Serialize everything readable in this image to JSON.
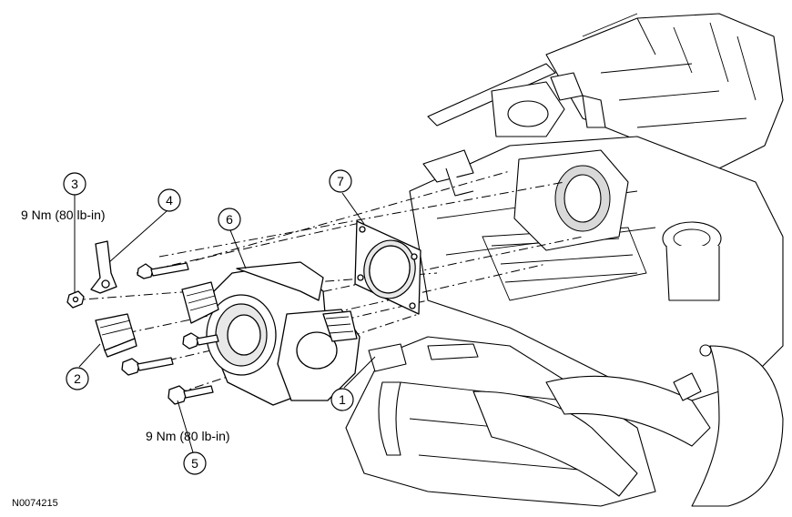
{
  "figure_id": "N0074215",
  "torque_labels": {
    "upper": "9 Nm (80 lb-in)",
    "lower": "9 Nm (80 lb-in)"
  },
  "callouts": [
    "1",
    "2",
    "3",
    "4",
    "5",
    "6",
    "7"
  ]
}
